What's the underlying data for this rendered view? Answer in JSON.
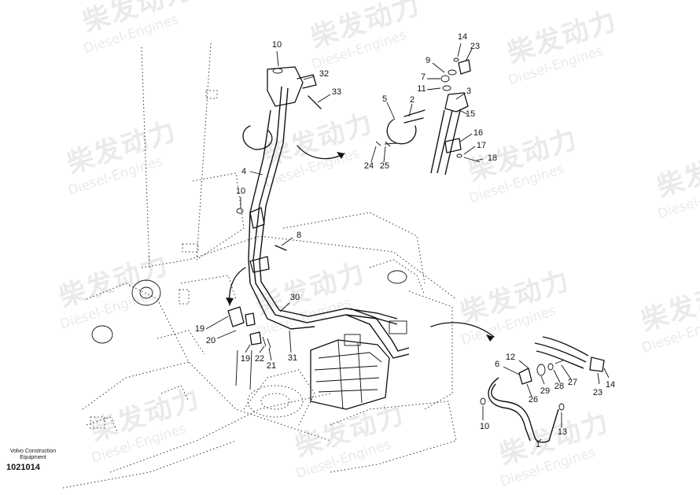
{
  "watermark": {
    "brand_cn": "柴发动力",
    "brand_en": "Diesel-Engines"
  },
  "footer": {
    "company_line1": "Volvo Construction",
    "company_line2": "Equipment",
    "drawing_number": "1021014"
  },
  "callouts": {
    "main": [
      "10",
      "32",
      "33",
      "4",
      "10",
      "8",
      "30",
      "19",
      "20",
      "19",
      "22",
      "21",
      "31"
    ],
    "detail_upper": [
      "14",
      "23",
      "9",
      "7",
      "11",
      "3",
      "15",
      "5",
      "2",
      "16",
      "17",
      "18",
      "24",
      "25"
    ],
    "detail_lower": [
      "12",
      "6",
      "29",
      "28",
      "27",
      "23",
      "14",
      "26",
      "10",
      "13",
      "1"
    ]
  }
}
